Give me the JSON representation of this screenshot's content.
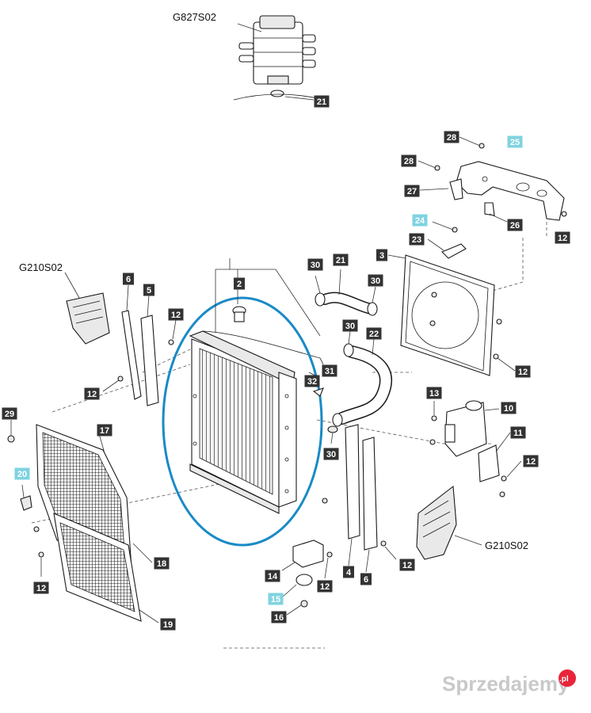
{
  "watermark": {
    "text": "Sprzedajemy",
    "badge": ".pl"
  },
  "callouts": {
    "assembly_top": "G827S02",
    "assembly_left": "G210S02",
    "assembly_right": "G210S02"
  },
  "colors": {
    "badge_dark": "#333333",
    "badge_highlight": "#7fd3e0",
    "ellipse_highlight": "#1a8ac6",
    "watermark": "#c9c9c9",
    "watermark_badge": "#e8253a"
  },
  "part_refs": [
    {
      "label": "21",
      "highlight": false
    },
    {
      "label": "28",
      "highlight": false
    },
    {
      "label": "25",
      "highlight": true
    },
    {
      "label": "28",
      "highlight": false
    },
    {
      "label": "27",
      "highlight": false
    },
    {
      "label": "24",
      "highlight": true
    },
    {
      "label": "26",
      "highlight": false
    },
    {
      "label": "12",
      "highlight": false
    },
    {
      "label": "23",
      "highlight": false
    },
    {
      "label": "3",
      "highlight": false
    },
    {
      "label": "30",
      "highlight": false
    },
    {
      "label": "21",
      "highlight": false
    },
    {
      "label": "30",
      "highlight": false
    },
    {
      "label": "6",
      "highlight": false
    },
    {
      "label": "5",
      "highlight": false
    },
    {
      "label": "2",
      "highlight": false
    },
    {
      "label": "12",
      "highlight": false
    },
    {
      "label": "30",
      "highlight": false
    },
    {
      "label": "22",
      "highlight": false
    },
    {
      "label": "12",
      "highlight": false
    },
    {
      "label": "31",
      "highlight": false
    },
    {
      "label": "32",
      "highlight": false
    },
    {
      "label": "12",
      "highlight": false
    },
    {
      "label": "13",
      "highlight": false
    },
    {
      "label": "10",
      "highlight": false
    },
    {
      "label": "29",
      "highlight": false
    },
    {
      "label": "17",
      "highlight": false
    },
    {
      "label": "11",
      "highlight": false
    },
    {
      "label": "20",
      "highlight": true
    },
    {
      "label": "30",
      "highlight": false
    },
    {
      "label": "12",
      "highlight": false
    },
    {
      "label": "18",
      "highlight": false
    },
    {
      "label": "12",
      "highlight": false
    },
    {
      "label": "14",
      "highlight": false
    },
    {
      "label": "12",
      "highlight": false
    },
    {
      "label": "12",
      "highlight": false
    },
    {
      "label": "4",
      "highlight": false
    },
    {
      "label": "6",
      "highlight": false
    },
    {
      "label": "15",
      "highlight": true
    },
    {
      "label": "16",
      "highlight": false
    },
    {
      "label": "19",
      "highlight": false
    }
  ]
}
